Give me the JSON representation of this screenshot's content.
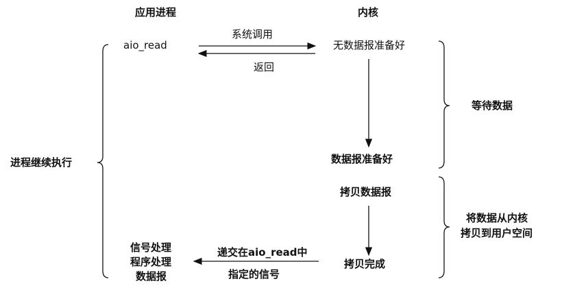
{
  "headers": {
    "app_process": "应用进程",
    "kernel": "内核"
  },
  "app": {
    "call": "aio_read",
    "handler_lines": [
      "信号处理",
      "程序处理",
      "数据报"
    ]
  },
  "messages": {
    "syscall": "系统调用",
    "return": "返回",
    "deliver_line1": "递交在aio_read中",
    "deliver_line2": "指定的信号"
  },
  "kernel_states": {
    "not_ready": "无数据报准备好",
    "ready": "数据报准备好",
    "copy": "拷贝数据报",
    "copy_done": "拷贝完成"
  },
  "braces": {
    "process_continues": "进程继续执行",
    "wait_data": "等待数据",
    "copy_line1": "将数据从内核",
    "copy_line2": "拷贝到用户空间"
  }
}
